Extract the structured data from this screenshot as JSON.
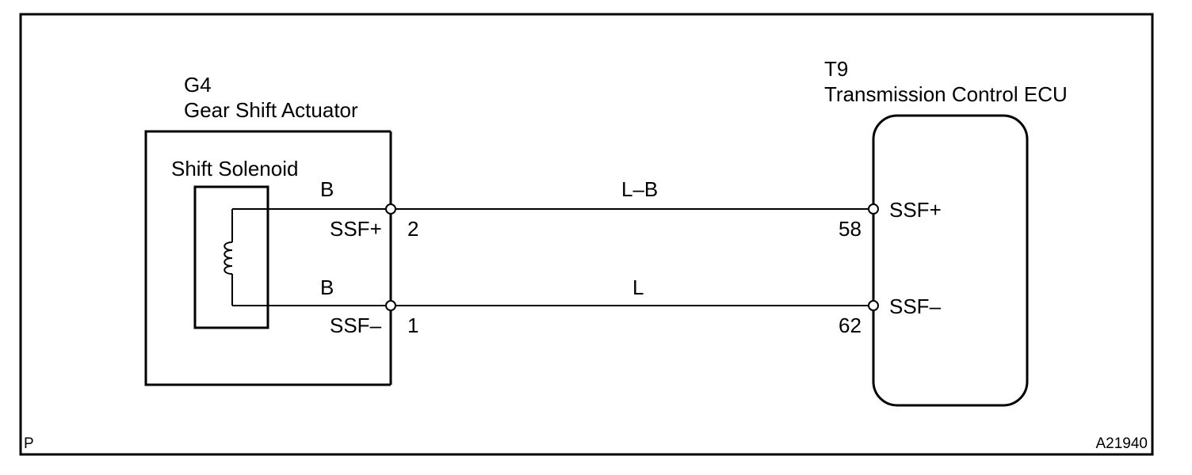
{
  "actuator": {
    "code": "G4",
    "name": "Gear Shift Actuator",
    "component_label": "Shift Solenoid",
    "terminals": [
      {
        "wire_color": "B",
        "signal": "SSF+",
        "pin": "2"
      },
      {
        "wire_color": "B",
        "signal": "SSF–",
        "pin": "1"
      }
    ]
  },
  "ecu": {
    "code": "T9",
    "name": "Transmission Control ECU",
    "terminals": [
      {
        "signal": "SSF+",
        "pin": "58"
      },
      {
        "signal": "SSF–",
        "pin": "62"
      }
    ]
  },
  "wires": [
    {
      "color": "L–B"
    },
    {
      "color": "L"
    }
  ],
  "footer": {
    "corner_mark": "P",
    "figure_id": "A21940"
  }
}
